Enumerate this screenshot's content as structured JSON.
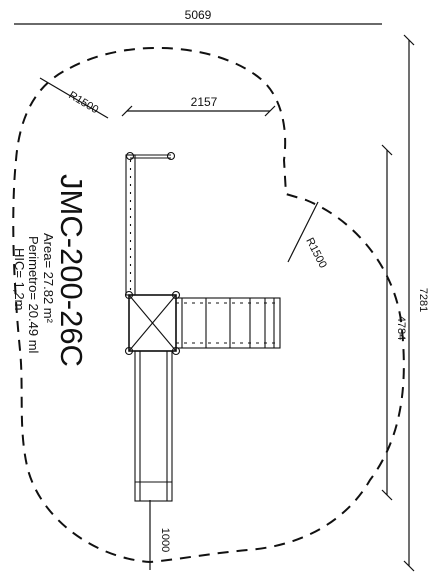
{
  "drawing": {
    "model": "JMC-200-26C",
    "area": "Area= 27.82 m²",
    "perimeter": "Perimetro= 20.49 ml",
    "hic": "HIC= 1,2m"
  },
  "dimensions": {
    "top_width": "5069",
    "inner_width": "2157",
    "right_height": "7281",
    "inner_height": "4784",
    "slide_width": "1000",
    "radius_top_left": "R1500",
    "radius_right": "R1500"
  },
  "colors": {
    "ink": "#111111",
    "background": "#ffffff"
  }
}
